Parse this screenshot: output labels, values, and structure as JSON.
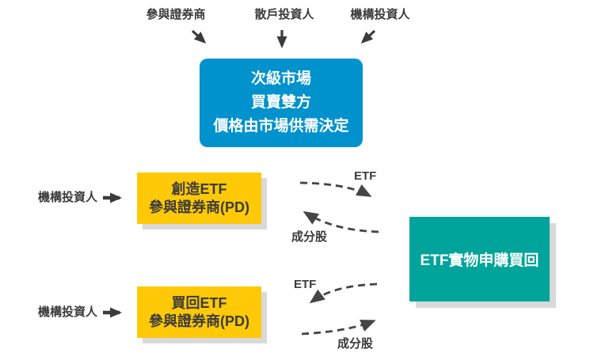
{
  "top_actors": {
    "items": [
      {
        "label": "參與證券商"
      },
      {
        "label": "散戶投資人"
      },
      {
        "label": "機構投資人"
      }
    ]
  },
  "secondary_market": {
    "line1": "次級市場",
    "line2": "買賣雙方",
    "line3": "價格由市場供需決定"
  },
  "creation": {
    "actor": "機構投資人",
    "title": "創造ETF",
    "subtitle": "參與證券商(PD)"
  },
  "redemption": {
    "actor": "機構投資人",
    "title": "買回ETF",
    "subtitle": "參與證券商(PD)"
  },
  "physical": {
    "label": "ETF實物申購買回"
  },
  "flows": {
    "create_etf": "ETF",
    "create_component": "成分股",
    "redeem_etf": "ETF",
    "redeem_component": "成分股"
  },
  "colors": {
    "secondary_market_blue": "#0092cd",
    "dealer_yellow": "#ffc907",
    "physical_teal": "#00a49a",
    "arrow_dark": "#3b3b3b",
    "shadow_gray": "#d9d9d9"
  }
}
